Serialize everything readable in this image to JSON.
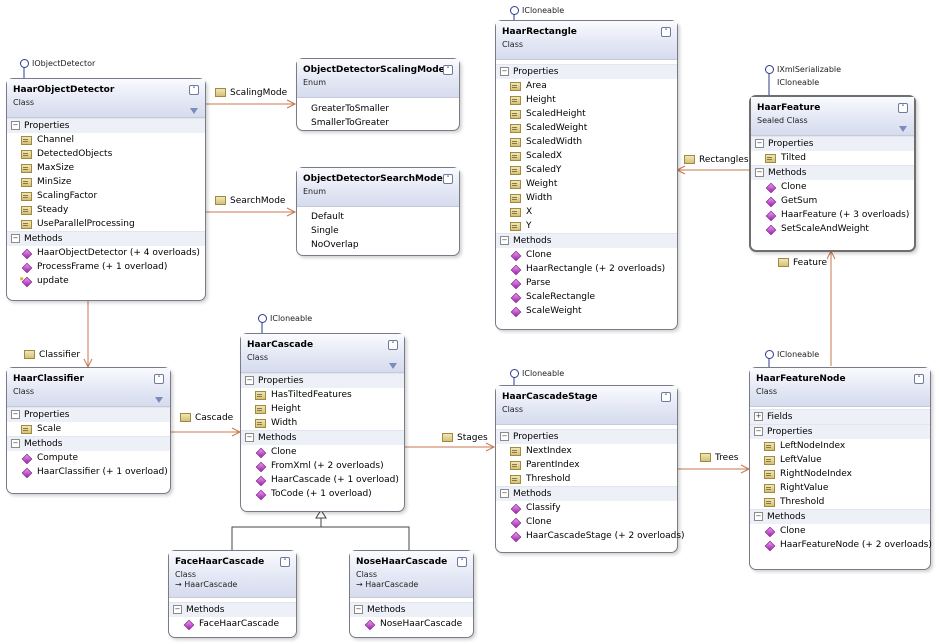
{
  "colors": {
    "association": "#c8774f",
    "inheritance": "#444444",
    "interface": "#2a3c8c"
  },
  "interfaces": {
    "iobjectdetector": "IObjectDetector",
    "icloneable": "ICloneable",
    "ixmlserializable": "IXmlSerializable"
  },
  "associations": {
    "scalingmode": "ScalingMode",
    "searchmode": "SearchMode",
    "classifier": "Classifier",
    "cascade": "Cascade",
    "stages": "Stages",
    "trees": "Trees",
    "rectangles": "Rectangles",
    "feature": "Feature"
  },
  "sections": {
    "properties": "Properties",
    "methods": "Methods",
    "fields": "Fields"
  },
  "classes": {
    "haarobjectdetector": {
      "name": "HaarObjectDetector",
      "kind": "Class",
      "properties": [
        "Channel",
        "DetectedObjects",
        "MaxSize",
        "MinSize",
        "ScalingFactor",
        "Steady",
        "UseParallelProcessing"
      ],
      "methods": [
        "HaarObjectDetector (+ 4 overloads)",
        "ProcessFrame (+ 1 overload)",
        "update"
      ]
    },
    "scalingmode": {
      "name": "ObjectDetectorScalingMode",
      "kind": "Enum",
      "values": [
        "GreaterToSmaller",
        "SmallerToGreater"
      ]
    },
    "searchmode": {
      "name": "ObjectDetectorSearchMode",
      "kind": "Enum",
      "values": [
        "Default",
        "Single",
        "NoOverlap"
      ]
    },
    "haarrectangle": {
      "name": "HaarRectangle",
      "kind": "Class",
      "properties": [
        "Area",
        "Height",
        "ScaledHeight",
        "ScaledWeight",
        "ScaledWidth",
        "ScaledX",
        "ScaledY",
        "Weight",
        "Width",
        "X",
        "Y"
      ],
      "methods": [
        "Clone",
        "HaarRectangle (+ 2 overloads)",
        "Parse",
        "ScaleRectangle",
        "ScaleWeight"
      ]
    },
    "haarfeature": {
      "name": "HaarFeature",
      "kind": "Sealed Class",
      "properties": [
        "Tilted"
      ],
      "methods": [
        "Clone",
        "GetSum",
        "HaarFeature (+ 3 overloads)",
        "SetScaleAndWeight"
      ]
    },
    "haarclassifier": {
      "name": "HaarClassifier",
      "kind": "Class",
      "properties": [
        "Scale"
      ],
      "methods": [
        "Compute",
        "HaarClassifier (+ 1 overload)"
      ]
    },
    "haarcascade": {
      "name": "HaarCascade",
      "kind": "Class",
      "properties": [
        "HasTiltedFeatures",
        "Height",
        "Width"
      ],
      "methods": [
        "Clone",
        "FromXml (+ 2 overloads)",
        "HaarCascade (+ 1 overload)",
        "ToCode (+ 1 overload)"
      ]
    },
    "haarcascadestage": {
      "name": "HaarCascadeStage",
      "kind": "Class",
      "properties": [
        "NextIndex",
        "ParentIndex",
        "Threshold"
      ],
      "methods": [
        "Classify",
        "Clone",
        "HaarCascadeStage (+ 2 overloads)"
      ]
    },
    "haarfeaturenode": {
      "name": "HaarFeatureNode",
      "kind": "Class",
      "properties": [
        "LeftNodeIndex",
        "LeftValue",
        "RightNodeIndex",
        "RightValue",
        "Threshold"
      ],
      "methods": [
        "Clone",
        "HaarFeatureNode (+ 2 overloads)"
      ]
    },
    "facehaarcascade": {
      "name": "FaceHaarCascade",
      "kind": "Class",
      "base": "HaarCascade",
      "methods": [
        "FaceHaarCascade"
      ]
    },
    "nosehaarcascade": {
      "name": "NoseHaarCascade",
      "kind": "Class",
      "base": "HaarCascade",
      "methods": [
        "NoseHaarCascade"
      ]
    }
  }
}
